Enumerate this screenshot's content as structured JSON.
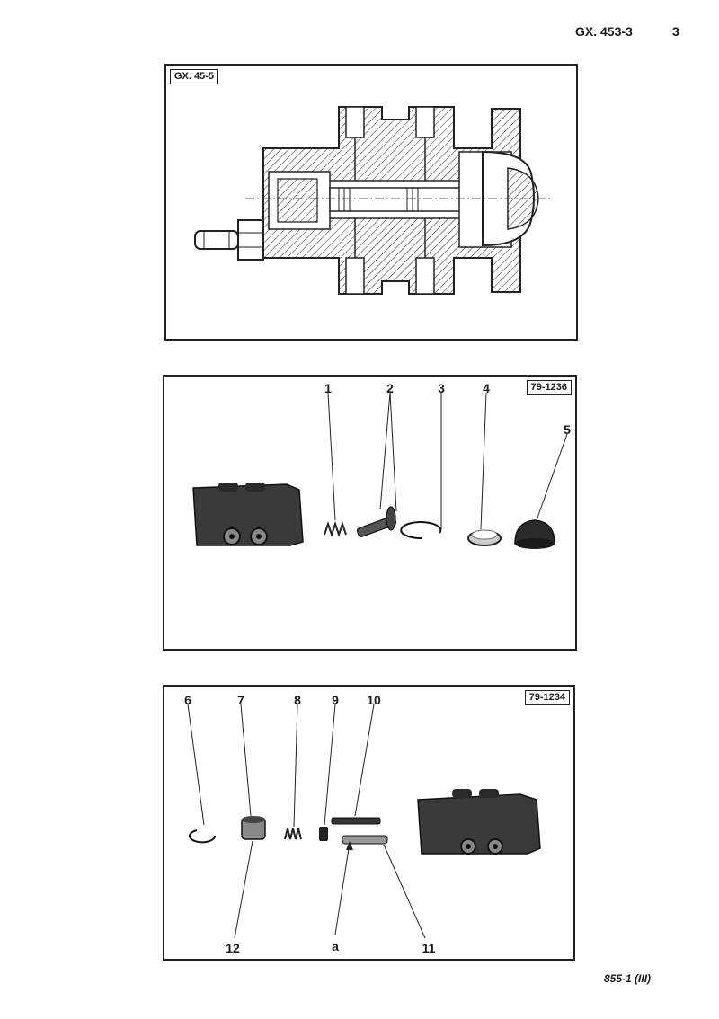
{
  "header": {
    "code": "GX. 453-3",
    "page": "3"
  },
  "figures": [
    {
      "ref": "GX. 45-5"
    },
    {
      "ref": "79-1236",
      "callouts": [
        "1",
        "2",
        "3",
        "4",
        "5"
      ]
    },
    {
      "ref": "79-1234",
      "callouts": [
        "6",
        "7",
        "8",
        "9",
        "10",
        "11",
        "12",
        "a"
      ]
    }
  ],
  "footer": {
    "doc": "855-1 (III)"
  }
}
